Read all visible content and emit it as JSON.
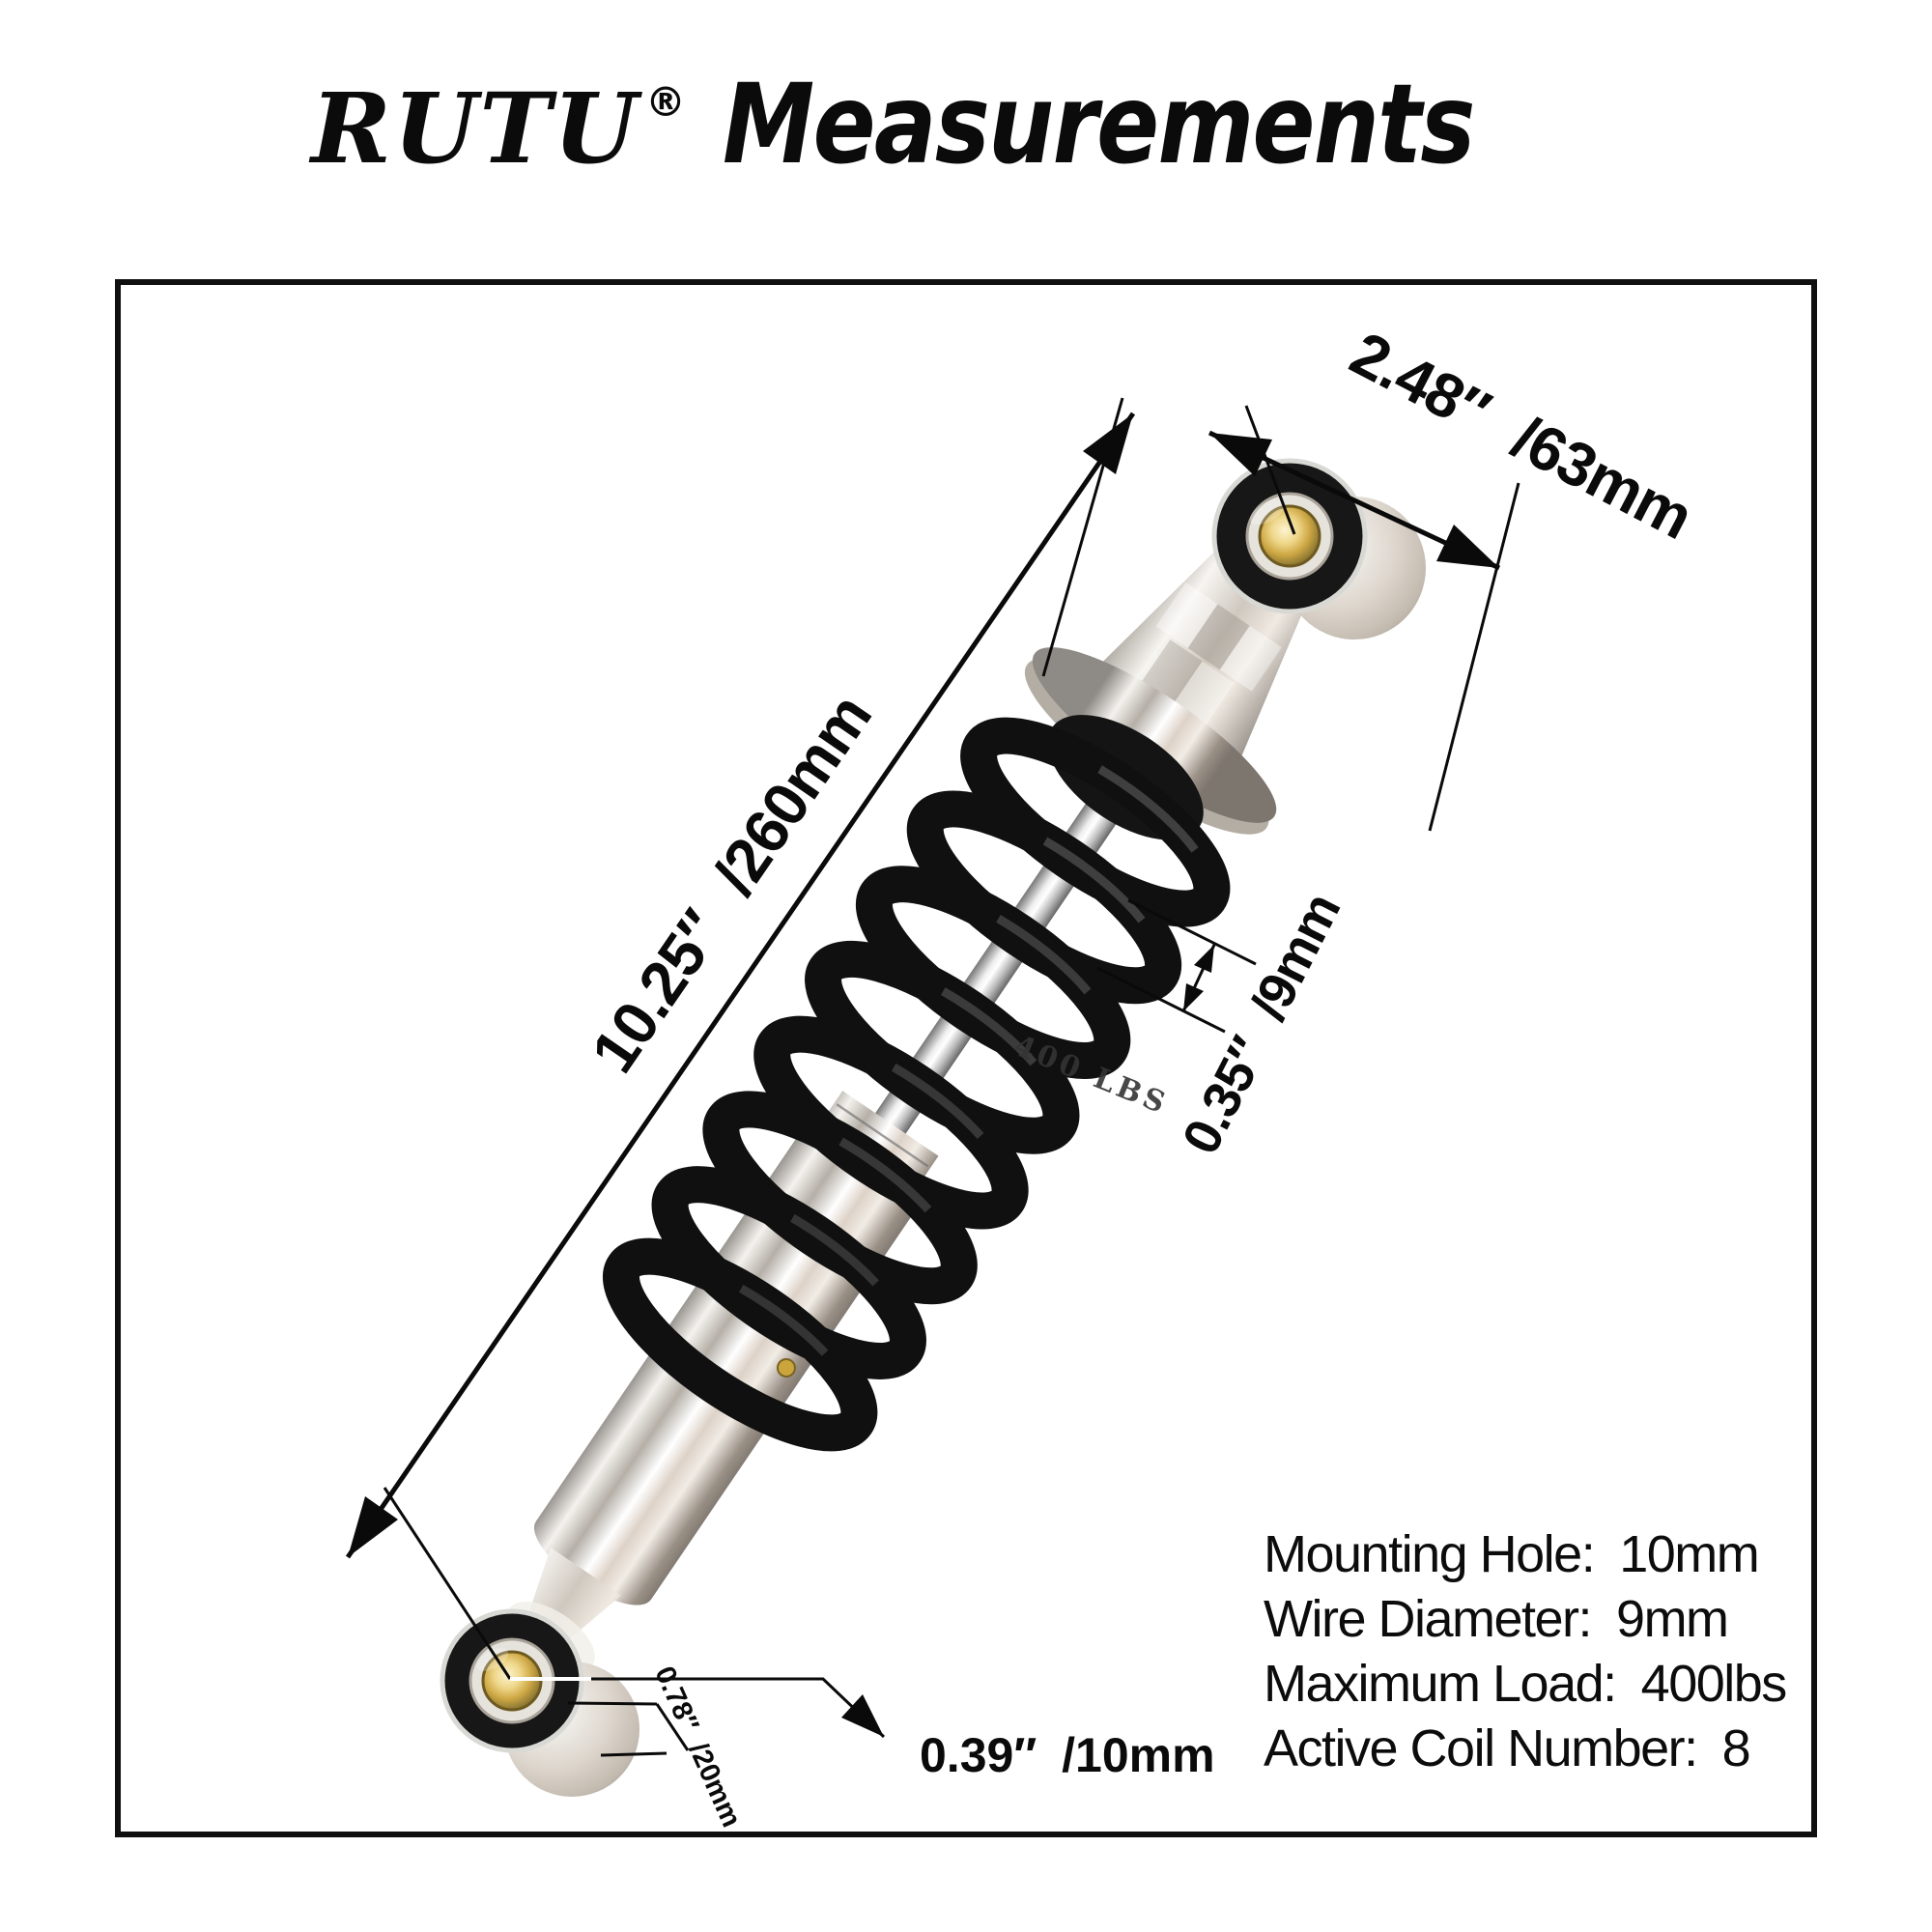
{
  "title": {
    "brand": "RUTU",
    "registered_mark": "®",
    "heading": "Measurements"
  },
  "diagram": {
    "labels": {
      "overall_length": "10.25″ /260mm",
      "eye_width": "2.48″ /63mm",
      "wire_diameter": "0.35″ /9mm",
      "mount_thickness": "0.78″ /20mm",
      "mounting_hole": "0.39″ /10mm"
    },
    "spring_marking": "400 LBS"
  },
  "specs": {
    "rows": [
      {
        "label": "Mounting Hole:",
        "value": "10mm"
      },
      {
        "label": "Wire Diameter:",
        "value": "9mm"
      },
      {
        "label": "Maximum Load:",
        "value": "400lbs"
      },
      {
        "label": "Active Coil Number:",
        "value": "8"
      }
    ]
  },
  "colors": {
    "ink": "#0a0a0a",
    "spring_black": "#111111",
    "zinc_silver": "#d9d4cc",
    "bushing_gold": "#cfa845",
    "background": "#ffffff"
  }
}
